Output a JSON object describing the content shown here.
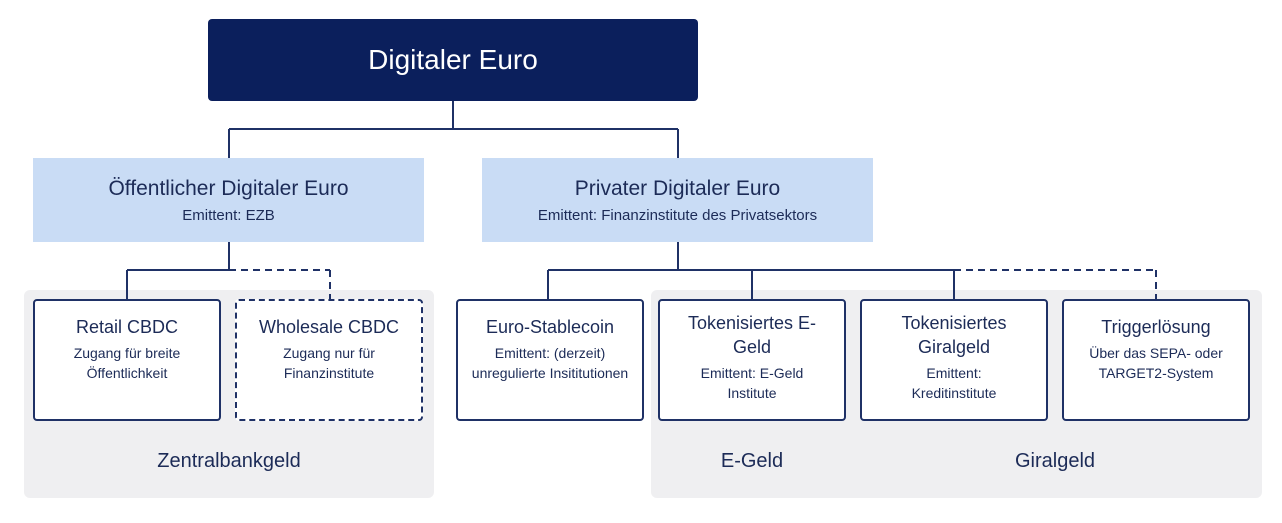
{
  "top": {
    "title": "Digitaler Euro"
  },
  "public": {
    "title": "Öffentlicher Digitaler Euro",
    "subtitle": "Emittent: EZB"
  },
  "private": {
    "title": "Privater Digitaler Euro",
    "subtitle": "Emittent: Finanzinstitute des Privatsektors"
  },
  "leaves": [
    {
      "title": "Retail CBDC",
      "subtitle": "Zugang für breite Öffentlichkeit",
      "style": "solid"
    },
    {
      "title": "Wholesale CBDC",
      "subtitle": "Zugang nur für Finanzinstitute",
      "style": "dashed"
    },
    {
      "title": "Euro-Stablecoin",
      "subtitle": "Emittent: (derzeit) unregulierte Insititutionen",
      "style": "solid"
    },
    {
      "title": "Tokenisiertes E-Geld",
      "subtitle": "Emittent: E-Geld Institute",
      "style": "solid"
    },
    {
      "title": "Tokenisiertes Giralgeld",
      "subtitle": "Emittent: Kreditinstitute",
      "style": "solid"
    },
    {
      "title": "Triggerlösung",
      "subtitle": "Über das SEPA- oder TARGET2-System",
      "style": "solid"
    }
  ],
  "groups": {
    "zentralbankgeld": "Zentralbankgeld",
    "egeld": "E-Geld",
    "giralgeld": "Giralgeld"
  },
  "colors": {
    "top_bg": "#0b1f5c",
    "mid_bg": "#c9dcf5",
    "border": "#1f3166",
    "group_bg": "#efeff1"
  }
}
